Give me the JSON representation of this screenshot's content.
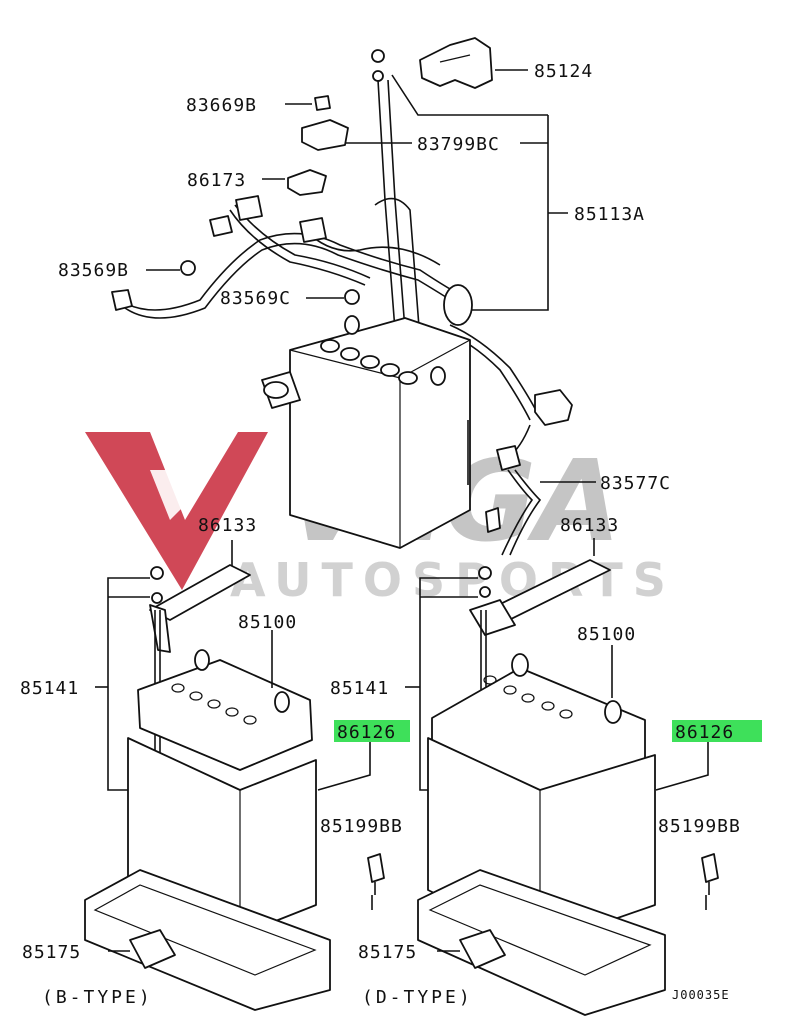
{
  "watermark": {
    "brand": "VEGA",
    "sub": "AUTOSPORTS",
    "logo_color": "#c8283a",
    "text_color": "#b9b9b9"
  },
  "labels": {
    "p85124": "85124",
    "p83669b": "83669B",
    "p83799bc": "83799BC",
    "p86173": "86173",
    "p85113a": "85113A",
    "p83569b": "83569B",
    "p83569c": "83569C",
    "p83577c": "83577C",
    "p86133_left": "86133",
    "p86133_right": "86133",
    "p85100_left": "85100",
    "p85100_right": "85100",
    "p85141_left": "85141",
    "p85141_right": "85141",
    "p86126_left": "86126",
    "p86126_right": "86126",
    "p85199bb_left": "85199BB",
    "p85199bb_right": "85199BB",
    "p85175_left": "85175",
    "p85175_right": "85175"
  },
  "captions": {
    "b_type": "(B-TYPE)",
    "d_type": "(D-TYPE)"
  },
  "diagram_code": "J00035E",
  "highlight_color": "#3ee05a"
}
